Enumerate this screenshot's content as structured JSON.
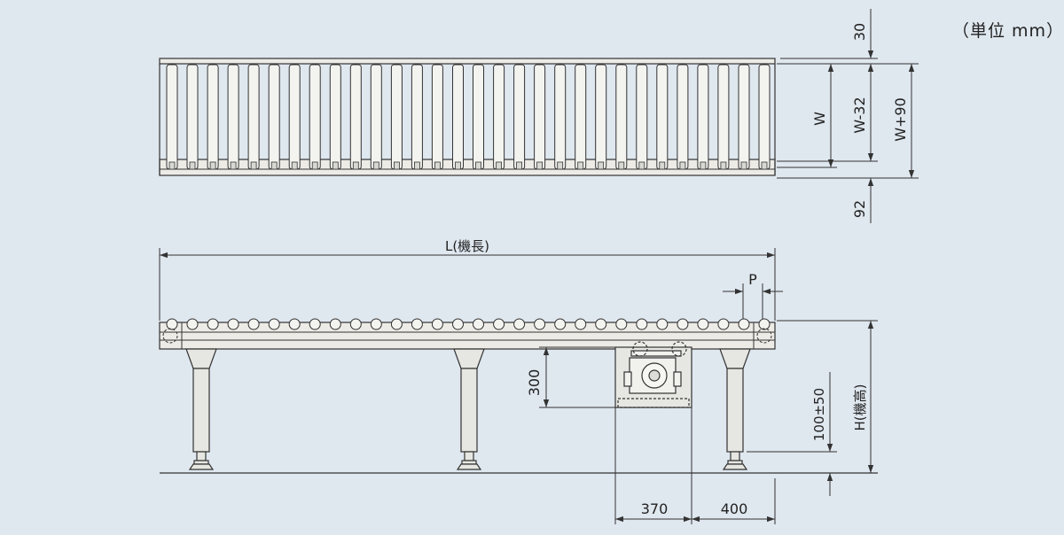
{
  "units": "（単位 mm）",
  "plan_view": {
    "roller_count": 30,
    "dims": {
      "top_offset": "30",
      "w": "W",
      "w_minus": "W-32",
      "w_plus": "W+90",
      "bottom_offset": "92"
    }
  },
  "side_view": {
    "dims": {
      "length": "L(機長)",
      "pitch": "P",
      "drive_height": "300",
      "adjust": "100±50",
      "height": "H(機高)",
      "drive_width": "370",
      "drive_offset": "400"
    }
  },
  "colors": {
    "background": "#dfe7ef",
    "line": "#333333",
    "roller_fill": "#f3f3f0",
    "frame_fill": "#ecebe6",
    "leg_fill": "#e6e6e2",
    "motor_fill": "#f1f1ee"
  }
}
